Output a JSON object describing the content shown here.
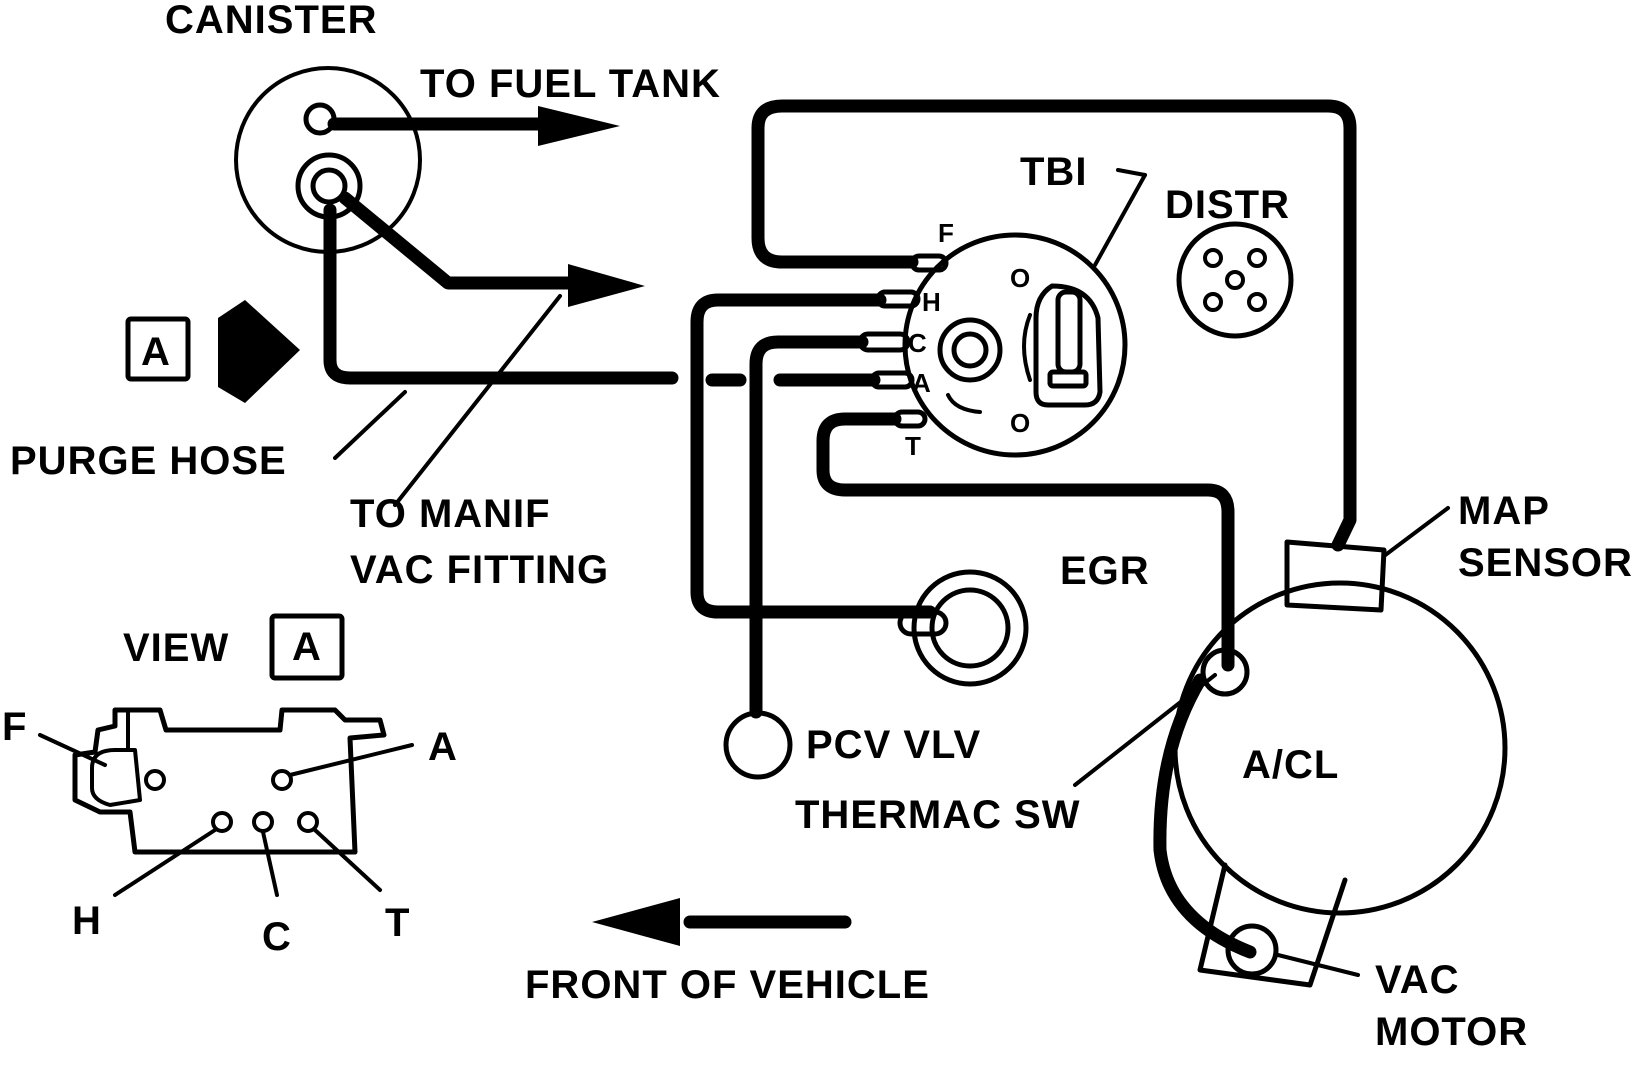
{
  "labels": {
    "canister": "CANISTER",
    "to_fuel_tank": "TO FUEL TANK",
    "tbi": "TBI",
    "distr": "DISTR",
    "view_marker": "A",
    "purge_hose": "PURGE HOSE",
    "to_manif_line1": "TO MANIF",
    "to_manif_line2": "VAC FITTING",
    "egr": "EGR",
    "map_line1": "MAP",
    "map_line2": "SENSOR",
    "pcv_vlv": "PCV VLV",
    "thermac_sw": "THERMAC SW",
    "acl": "A/CL",
    "vac_line1": "VAC",
    "vac_line2": "MOTOR",
    "front_of_vehicle": "FRONT OF VEHICLE",
    "view": "VIEW",
    "view_box": "A"
  },
  "tbi_ports": {
    "f": "F",
    "h": "H",
    "c": "C",
    "a": "A",
    "t": "T",
    "o_top": "O",
    "o_bottom": "O"
  },
  "view_ports": {
    "f": "F",
    "a": "A",
    "h": "H",
    "c": "C",
    "t": "T"
  }
}
